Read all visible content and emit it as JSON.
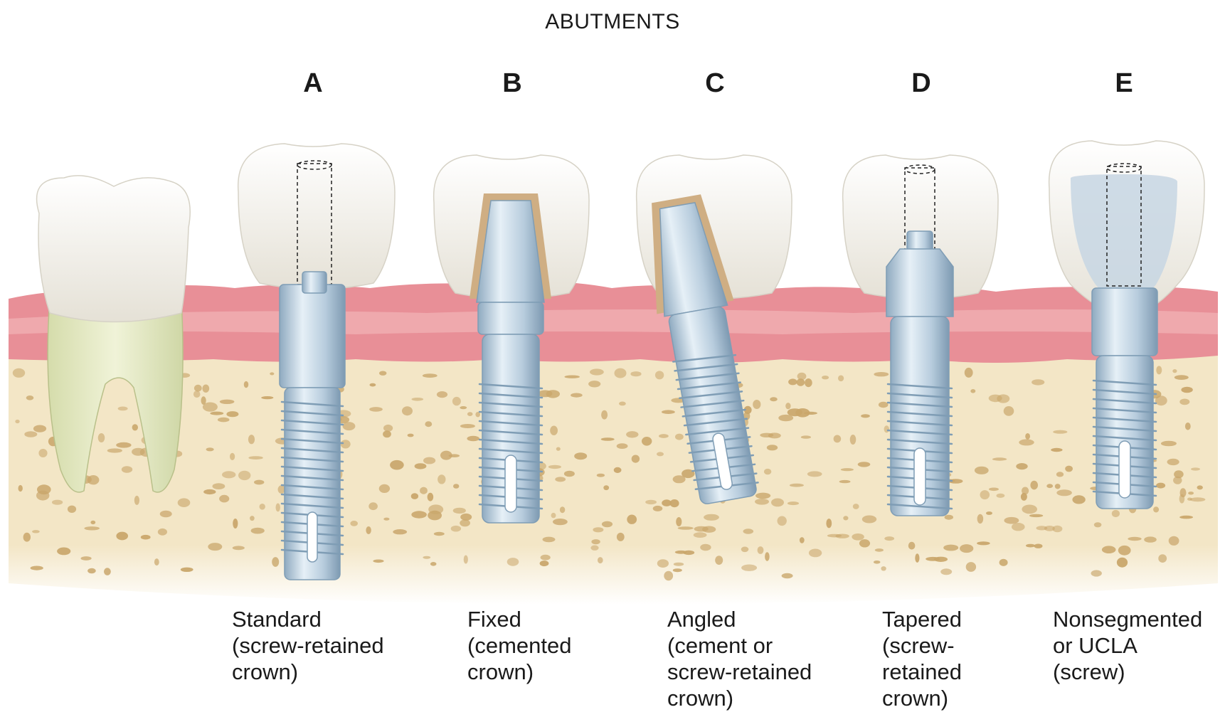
{
  "figure": {
    "title": "ABUTMENTS",
    "abutments": [
      {
        "letter": "A",
        "caption": "Standard\n(screw-retained\ncrown)"
      },
      {
        "letter": "B",
        "caption": "Fixed\n(cemented\ncrown)"
      },
      {
        "letter": "C",
        "caption": "Angled\n(cement or\nscrew-retained\ncrown)"
      },
      {
        "letter": "D",
        "caption": "Tapered\n(screw-\nretained\ncrown)"
      },
      {
        "letter": "E",
        "caption": "Nonsegmented\nor UCLA\n(screw)"
      }
    ]
  },
  "colors": {
    "gum": "#e88f97",
    "gum_light": "#f2b3b7",
    "bone": "#f3e6c6",
    "bone_pore": "#c9a66b",
    "enamel": "#f6f4ef",
    "root": "#e6ecc4",
    "metal": "#b9cfdf",
    "metal_dark": "#7f9db5",
    "cement": "#cfae83"
  }
}
